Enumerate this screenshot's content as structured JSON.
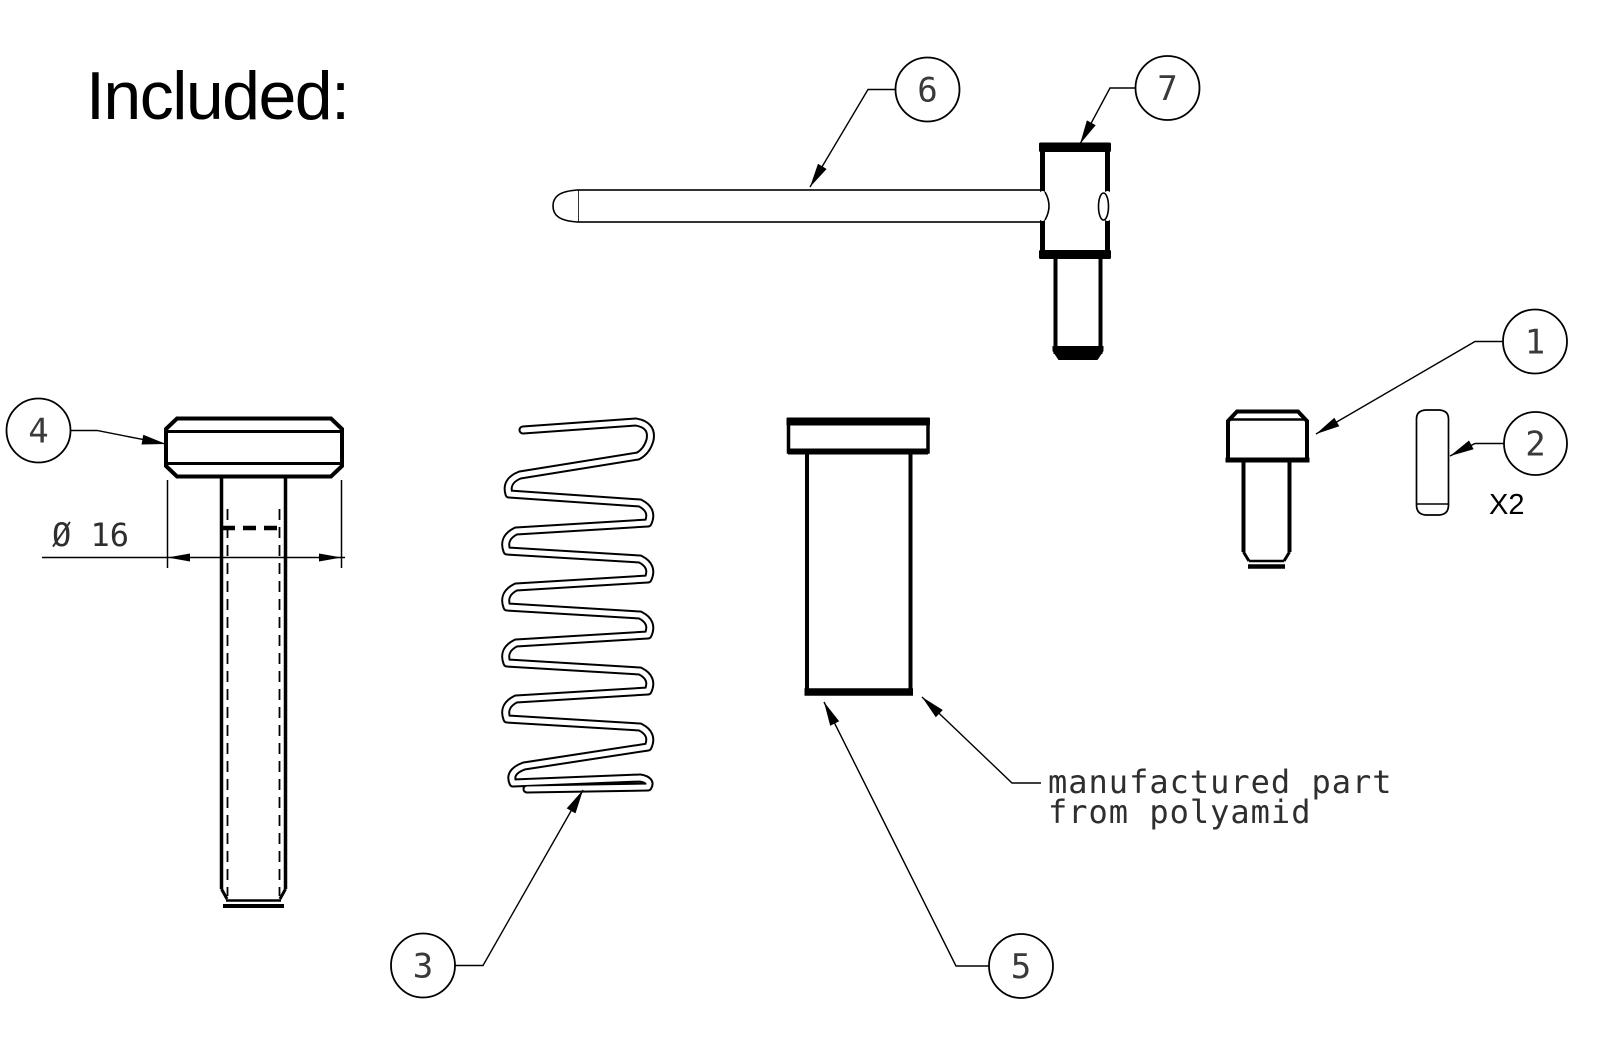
{
  "title": "Included:",
  "balloons": [
    {
      "label": "1"
    },
    {
      "label": "2"
    },
    {
      "label": "3"
    },
    {
      "label": "4"
    },
    {
      "label": "5"
    },
    {
      "label": "6"
    },
    {
      "label": "7"
    }
  ],
  "annotations": {
    "diameter": "Ø 16",
    "quantity": "X2",
    "note_line1": "manufactured part",
    "note_line2": "from polyamid"
  },
  "colors": {
    "line": "#000000",
    "cad_text": "#2e2e2e",
    "background": "#ffffff"
  }
}
